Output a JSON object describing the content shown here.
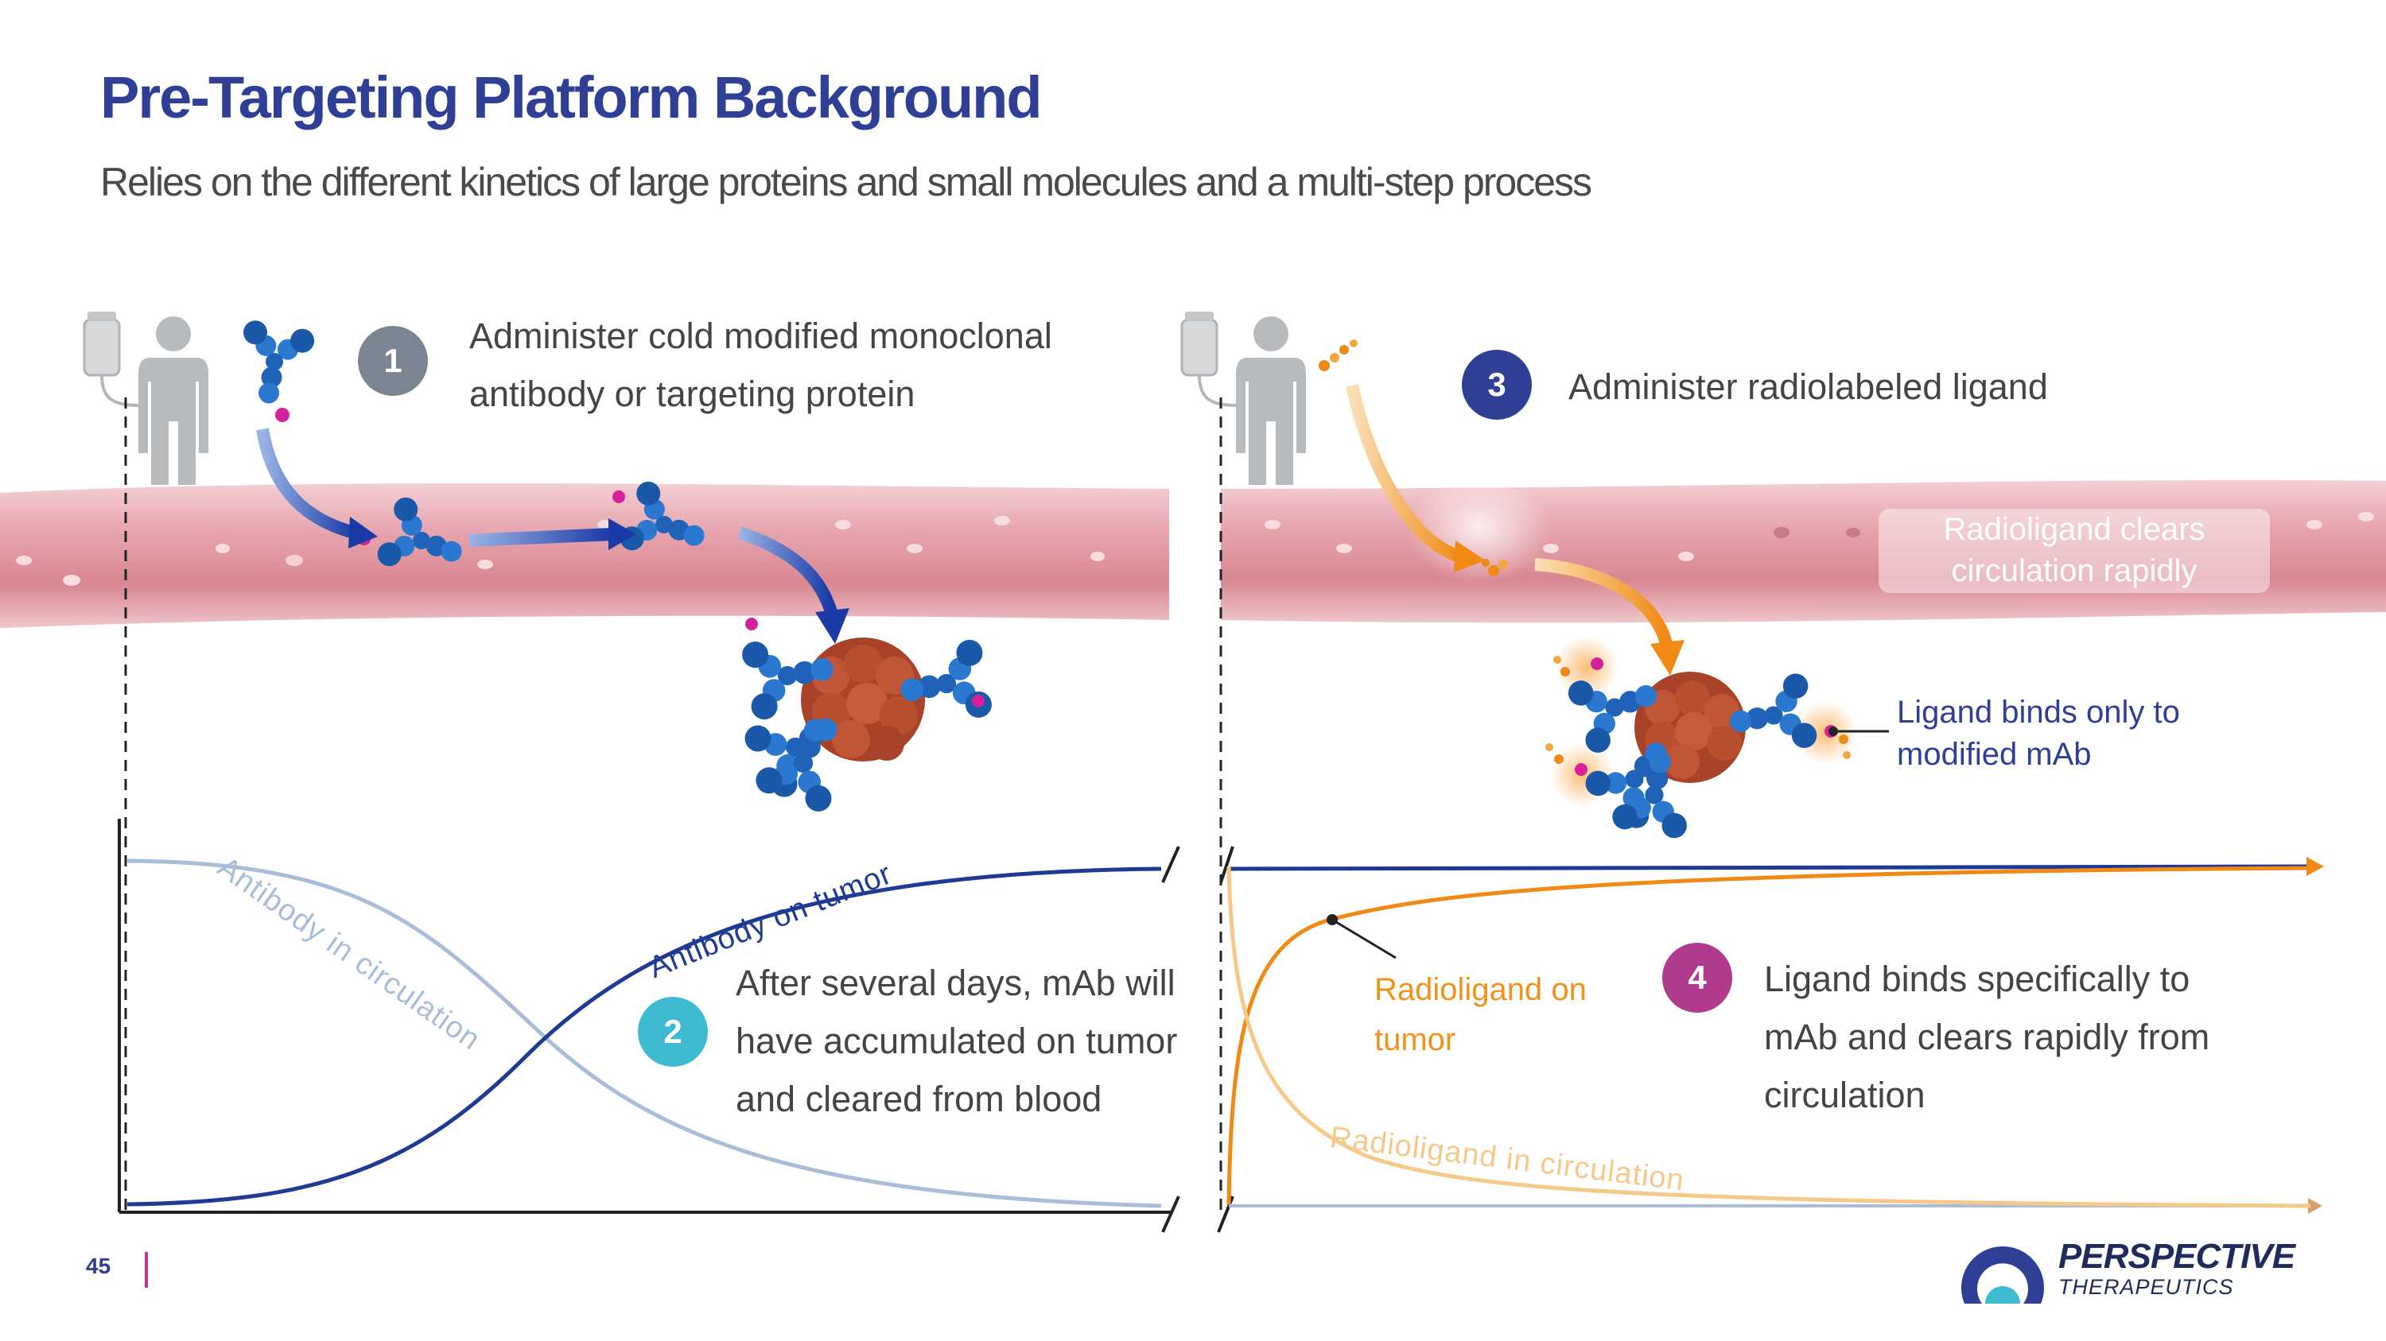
{
  "title": "Pre-Targeting Platform Background",
  "subtitle": "Relies on the different kinetics of large proteins and small molecules and a multi-step process",
  "steps": [
    {
      "number": "1",
      "lines": [
        "Administer cold modified monoclonal",
        "antibody or targeting protein"
      ],
      "color": "#7b8491"
    },
    {
      "number": "2",
      "lines": [
        "After several days, mAb will",
        "have accumulated on tumor",
        "and cleared from blood"
      ],
      "color": "#3fbbd1"
    },
    {
      "number": "3",
      "lines": [
        "Administer radiolabeled ligand"
      ],
      "color": "#2f3f96"
    },
    {
      "number": "4",
      "lines": [
        "Ligand binds specifically to",
        "mAb and clears rapidly from",
        "circulation"
      ],
      "color": "#b03b8e"
    }
  ],
  "callouts": {
    "radioligand_clears": [
      "Radioligand clears",
      "circulation rapidly"
    ],
    "ligand_binds": [
      "Ligand binds only to",
      "modified mAb"
    ],
    "radioligand_on_tumor": [
      "Radioligand on",
      "tumor"
    ]
  },
  "curve_labels": {
    "antibody_in_circulation": "Antibody in circulation",
    "antibody_on_tumor": "Antibody on tumor",
    "radioligand_in_circulation": "Radioligand in circulation"
  },
  "footer": {
    "page_number": "45",
    "logo_name": "PERSPECTIVE",
    "logo_sub": "THERAPEUTICS"
  },
  "colors": {
    "title": "#2f3f96",
    "antibody": "#1e5fb3",
    "antibody_on_tumor_curve": "#1f3a93",
    "antibody_circ_curve": "#a9bcd8",
    "radioligand": "#f0921c",
    "radioligand_circ_curve": "#f6c98a",
    "tumor": "#b0492a",
    "vessel": "#e8a9b0",
    "brand_accent": "#c2348d"
  },
  "icons": [
    "iv-bag-icon",
    "person-silhouette-icon",
    "antibody-icon",
    "tumor-cell-icon",
    "radioligand-icon",
    "arrow-icon",
    "logo-icon"
  ]
}
